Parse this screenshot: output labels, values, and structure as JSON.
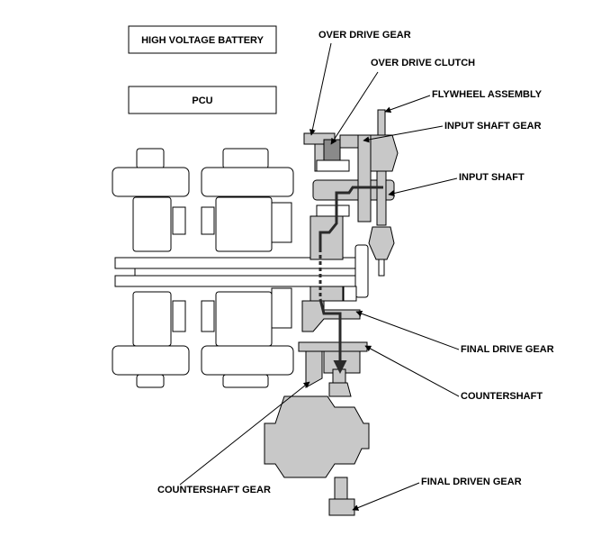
{
  "boxes": {
    "battery": "HIGH VOLTAGE BATTERY",
    "pcu": "PCU"
  },
  "callouts": {
    "over_drive_gear": "OVER DRIVE GEAR",
    "over_drive_clutch": "OVER DRIVE CLUTCH",
    "flywheel_assembly": "FLYWHEEL ASSEMBLY",
    "input_shaft_gear": "INPUT SHAFT GEAR",
    "input_shaft": "INPUT SHAFT",
    "final_drive_gear": "FINAL DRIVE GEAR",
    "countershaft": "COUNTERSHAFT",
    "countershaft_gear": "COUNTERSHAFT GEAR",
    "final_driven_gear": "FINAL DRIVEN GEAR"
  },
  "colors": {
    "part_fill": "#c8c8c8",
    "flow_line": "#2a2a2a"
  }
}
